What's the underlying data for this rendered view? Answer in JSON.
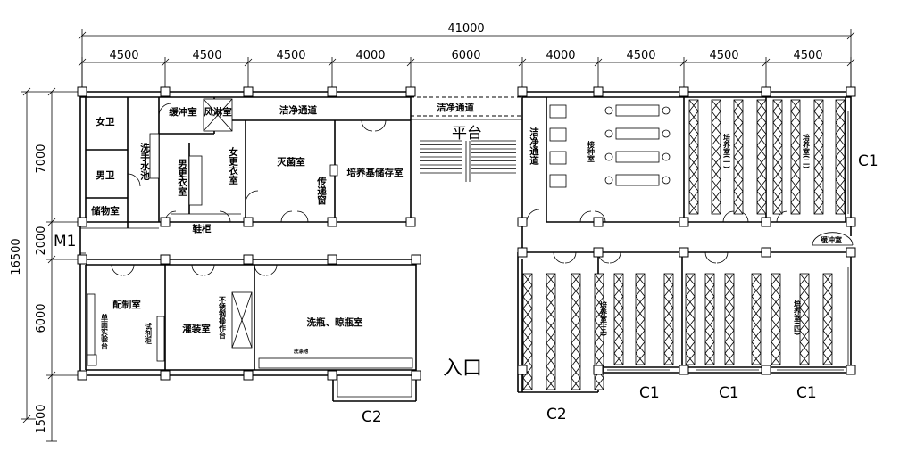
{
  "dimensions": {
    "total": "41000",
    "segments": [
      "4500",
      "4500",
      "4500",
      "4000",
      "6000",
      "4000",
      "4500",
      "4500",
      "4500"
    ],
    "vertical_total": "16500",
    "vertical": [
      "7000",
      "2000",
      "6000",
      "1500"
    ]
  },
  "rooms": {
    "nv_wei": "女卫",
    "nan_wei": "男卫",
    "chuwu": "储物室",
    "xishou": "洗手水池",
    "huanchong_top": "缓冲室",
    "fenglin": "风淋室",
    "nan_genyi": "男更衣室",
    "nv_genyi": "女更衣室",
    "xiegui": "鞋柜",
    "miejun": "灭菌室",
    "chuandi": "传递窗",
    "peiyangji": "培养基储存室",
    "jiejing_top1": "洁净通道",
    "jiejing_top2": "洁净通道",
    "pingtai": "平台",
    "jiejing_side": "洁净通道",
    "jiezhong": "接种室",
    "peiyang1": "培养室(一)",
    "peiyang2": "培养室(二)",
    "peiyang3": "培养室(三)",
    "peiyang4": "培养室(四)",
    "huanchong_right": "缓冲室",
    "peizhi": "配制室",
    "danmian": "单面实验台",
    "shijigui": "试剂柜",
    "guanzhuang": "灌装室",
    "buxiugang": "不锈钢操作台",
    "xiping": "洗瓶、晾瓶室",
    "small_label": "洗涤池"
  },
  "windows": {
    "m1": "M1",
    "c1": "C1",
    "c2": "C2"
  },
  "entry": "入口"
}
